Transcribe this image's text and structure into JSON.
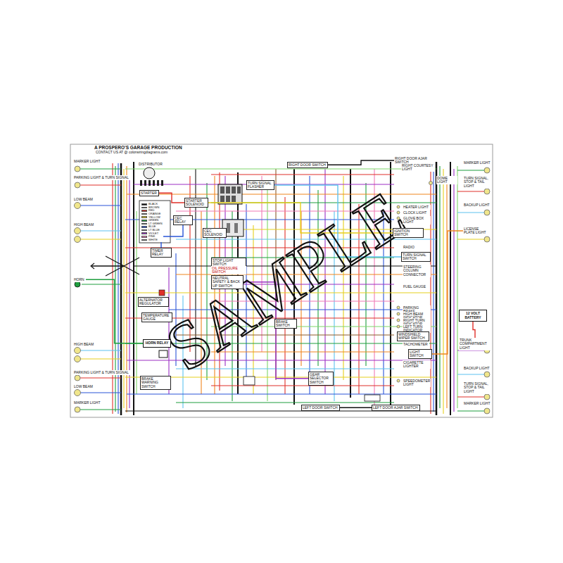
{
  "diagram": {
    "title": "A PROSPERO'S GARAGE PRODUCTION",
    "nodes": [
      {
        "text": [
          "MARKER LIGHT"
        ]
      },
      {
        "text": [
          "PARKING LIGHT & TURN SIGNAL"
        ]
      },
      {
        "text": [
          "LOW BEAM"
        ]
      },
      {
        "text": [
          "HIGH BEAM"
        ]
      },
      {
        "text": [
          "HORN"
        ]
      },
      {
        "text": [
          "HIGH BEAM"
        ]
      },
      {
        "text": [
          "PARKING LIGHT & TURN SIGNAL"
        ]
      },
      {
        "text": [
          "LOW BEAM"
        ]
      },
      {
        "text": [
          "MARKER LIGHT"
        ]
      },
      {
        "text": [
          "DISTRIBUTOR"
        ]
      },
      {
        "text": [
          "STARTER"
        ]
      },
      {
        "text": [
          "STARTER SOLENOID"
        ]
      },
      {
        "text": [
          "CEC RELAY"
        ]
      },
      {
        "text": [
          "CEC SOLENOID"
        ]
      },
      {
        "text": [
          "TIMER RELAY"
        ]
      },
      {
        "text": [
          "ALTERNATOR REGULATOR"
        ]
      },
      {
        "text": [
          "TEMPERATURE GAUGE"
        ]
      },
      {
        "text": [
          "HORN RELAY"
        ]
      },
      {
        "text": [
          "BRAKE WARNING SWITCH"
        ]
      },
      {
        "text": [
          "TURN SIGNAL FLASHER"
        ]
      },
      {
        "text": [
          "STOP LIGHT SWITCH"
        ]
      },
      {
        "text": [
          "OIL PRESSURE SWITCH"
        ]
      },
      {
        "text": [
          "NEUTRAL SAFETY & BACK UP SWITCH"
        ]
      },
      {
        "text": [
          "BRAKE SWITCH"
        ]
      },
      {
        "text": [
          "GEAR SELECTOR SWITCH"
        ]
      },
      {
        "text": [
          "LEFT DOOR SWITCH"
        ]
      },
      {
        "text": [
          "LEFT DOOR AJAR SWITCH"
        ]
      },
      {
        "text": [
          "RIGHT DOOR SWITCH"
        ]
      },
      {
        "text": [
          "RIGHT DOOR AJAR SWITCH"
        ]
      },
      {
        "text": [
          "RIGHT COURTESY LIGHT"
        ]
      },
      {
        "text": [
          "HEATER LIGHT"
        ]
      },
      {
        "text": [
          "CLOCK LIGHT"
        ]
      },
      {
        "text": [
          "GLOVE BOX LIGHT"
        ]
      },
      {
        "text": [
          "IGNITION SWITCH"
        ]
      },
      {
        "text": [
          "RADIO"
        ]
      },
      {
        "text": [
          "TURN SIGNAL SWITCH"
        ]
      },
      {
        "text": [
          "STEERING COLUMN CONNECTOR"
        ]
      },
      {
        "text": [
          "FUEL GAUGE"
        ]
      },
      {
        "text": [
          "PARKING BRAKE SWITCH"
        ]
      },
      {
        "text": [
          "HIGH BEAM INDICATOR"
        ]
      },
      {
        "text": [
          "RIGHT TURN INDICATOR"
        ]
      },
      {
        "text": [
          "LEFT TURN INDICATOR"
        ]
      },
      {
        "text": [
          "WINDSHIELD WIPER SWITCH"
        ]
      },
      {
        "text": [
          "TACHOMETER"
        ]
      },
      {
        "text": [
          "LIGHT SWITCH"
        ]
      },
      {
        "text": [
          "CIGARETTE LIGHTER"
        ]
      },
      {
        "text": [
          "SPEEDOMETER LIGHT"
        ]
      },
      {
        "text": [
          "DOME LIGHT"
        ]
      },
      {
        "text": [
          "MARKER LIGHT"
        ]
      },
      {
        "text": [
          "TURN SIGNAL, STOP & TAIL LIGHT"
        ]
      },
      {
        "text": [
          "BACKUP LIGHT"
        ]
      },
      {
        "text": [
          "LICENSE PLATE LIGHT"
        ]
      },
      {
        "text": [
          "12 VOLT BATTERY"
        ]
      },
      {
        "text": [
          "TRUNK COMPARTMENT LIGHT"
        ]
      },
      {
        "text": [
          "BACKUP LIGHT"
        ]
      },
      {
        "text": [
          "TURN SIGNAL, STOP & TAIL LIGHT"
        ]
      },
      {
        "text": [
          "MARKER LIGHT"
        ]
      }
    ],
    "edges": [
      {
        "from": 17,
        "to": 4,
        "arrow": "none"
      },
      {
        "from": 11,
        "to": 10,
        "arrow": "none"
      },
      {
        "from": 33,
        "to": 11,
        "arrow": "none"
      },
      {
        "from": 19,
        "to": 35,
        "arrow": "none"
      },
      {
        "from": 24,
        "to": 22,
        "arrow": "none"
      },
      {
        "from": 25,
        "to": 26,
        "arrow": "none"
      },
      {
        "from": 27,
        "to": 28,
        "arrow": "none"
      },
      {
        "from": 14,
        "to": 12,
        "arrow": "none"
      },
      {
        "from": 44,
        "to": 51,
        "arrow": "none"
      },
      {
        "from": 52,
        "to": 53,
        "arrow": "none"
      }
    ],
    "labels": [
      "CONTACT US AT @ colorwiringdiagrams.com",
      "SAMPLE"
    ],
    "legend": [
      {
        "text": "BLACK",
        "color": "#111111"
      },
      {
        "text": "BROWN",
        "color": "#8b5a2b"
      },
      {
        "text": "RED",
        "color": "#e0302a"
      },
      {
        "text": "ORANGE",
        "color": "#f0851e"
      },
      {
        "text": "YELLOW",
        "color": "#e6cf1e"
      },
      {
        "text": "GREEN",
        "color": "#1e9e3e"
      },
      {
        "text": "LT GREEN",
        "color": "#7fd66a"
      },
      {
        "text": "BLUE",
        "color": "#2a55d8"
      },
      {
        "text": "LT BLUE",
        "color": "#5cc2ef"
      },
      {
        "text": "VIOLET",
        "color": "#9b2fc4"
      },
      {
        "text": "PINK",
        "color": "#f07ab6"
      },
      {
        "text": "WHITE",
        "color": "#ffffff"
      }
    ]
  }
}
